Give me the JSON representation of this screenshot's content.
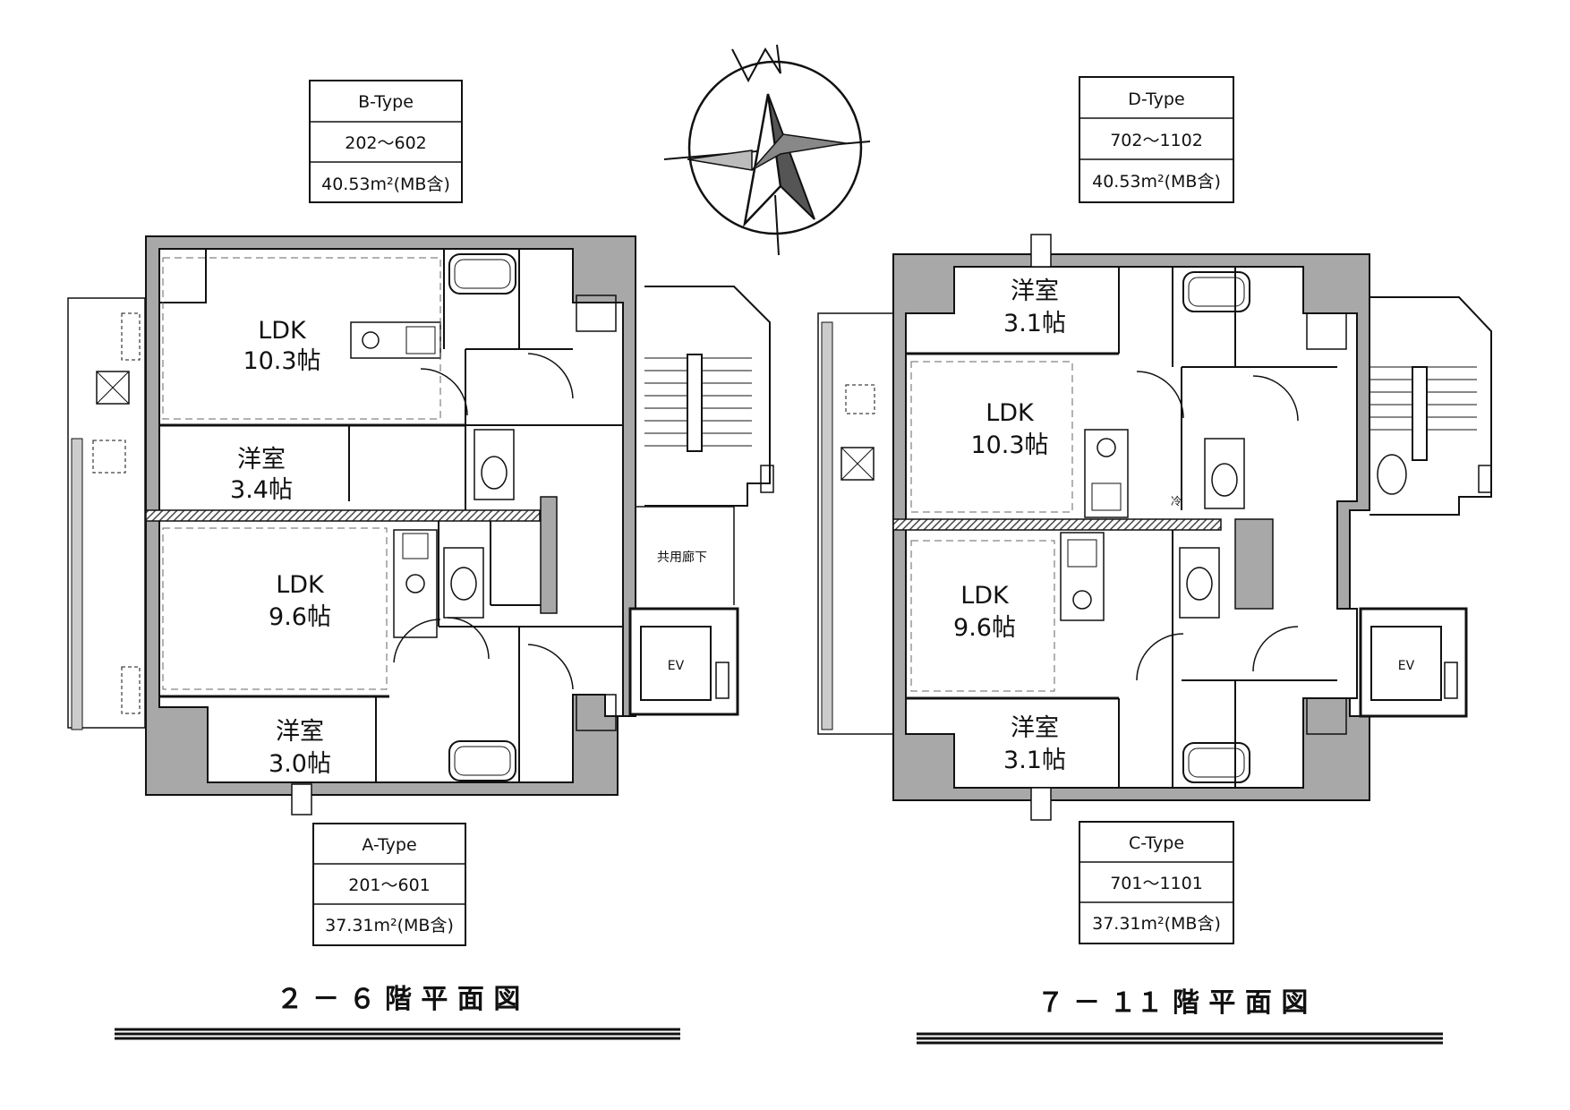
{
  "types": {
    "b": {
      "name": "B-Type",
      "rooms": "202～602",
      "area": "40.53m²(MB含)"
    },
    "a": {
      "name": "A-Type",
      "rooms": "201～601",
      "area": "37.31m²(MB含)"
    },
    "d": {
      "name": "D-Type",
      "rooms": "702～1102",
      "area": "40.53m²(MB含)"
    },
    "c": {
      "name": "C-Type",
      "rooms": "701～1101",
      "area": "37.31m²(MB含)"
    }
  },
  "left_plan": {
    "ldk_upper": {
      "name": "LDK",
      "size": "10.3帖"
    },
    "yoshitsu_upper": {
      "name": "洋室",
      "size": "3.4帖"
    },
    "ldk_lower": {
      "name": "LDK",
      "size": "9.6帖"
    },
    "yoshitsu_lower": {
      "name": "洋室",
      "size": "3.0帖"
    },
    "corridor": "共用廊下",
    "elevator": "EV"
  },
  "right_plan": {
    "yoshitsu_upper": {
      "name": "洋室",
      "size": "3.1帖"
    },
    "ldk_upper": {
      "name": "LDK",
      "size": "10.3帖"
    },
    "ldk_lower": {
      "name": "LDK",
      "size": "9.6帖"
    },
    "yoshitsu_lower": {
      "name": "洋室",
      "size": "3.1帖"
    },
    "fridge_mark": "冷",
    "elevator": "EV"
  },
  "titles": {
    "left": "２ － ６ 階 平 面 図",
    "right": "７ － １１ 階 平 面 図"
  }
}
